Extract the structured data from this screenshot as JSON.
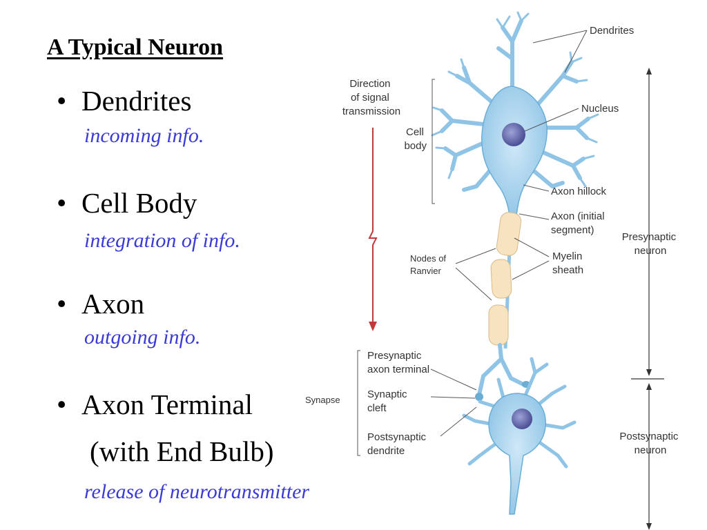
{
  "slide": {
    "title": "A Typical Neuron",
    "bullets": [
      {
        "label": "Dendrites",
        "note": "incoming info."
      },
      {
        "label": "Cell Body",
        "note": "integration of info."
      },
      {
        "label": "Axon",
        "note": "outgoing info."
      },
      {
        "label": "Axon Terminal",
        "continuation": "(with End Bulb)",
        "note": "release of neurotransmitter"
      }
    ],
    "bullet_glyph": "•"
  },
  "diagram": {
    "labels": {
      "dendrites": "Dendrites",
      "direction": [
        "Direction",
        "of signal",
        "transmission"
      ],
      "cell_body": [
        "Cell",
        "body"
      ],
      "nucleus": "Nucleus",
      "axon_hillock": "Axon hillock",
      "axon_initial": [
        "Axon (initial",
        "segment)"
      ],
      "presynaptic_neuron": [
        "Presynaptic",
        "neuron"
      ],
      "nodes_of_ranvier": [
        "Nodes of",
        "Ranvier"
      ],
      "myelin_sheath": [
        "Myelin",
        "sheath"
      ],
      "presynaptic_terminal": [
        "Presynaptic",
        "axon terminal"
      ],
      "synapse": "Synapse",
      "synaptic_cleft": [
        "Synaptic",
        "cleft"
      ],
      "postsynaptic_dendrite": [
        "Postsynaptic",
        "dendrite"
      ],
      "postsynaptic_neuron": [
        "Postsynaptic",
        "neuron"
      ]
    },
    "colors": {
      "neuron_fill": "#a9d4ee",
      "neuron_edge": "#6aaed6",
      "nucleus": "#6b6fb5",
      "myelin": "#f7e3bf",
      "arrow_red": "#c0393b"
    }
  }
}
